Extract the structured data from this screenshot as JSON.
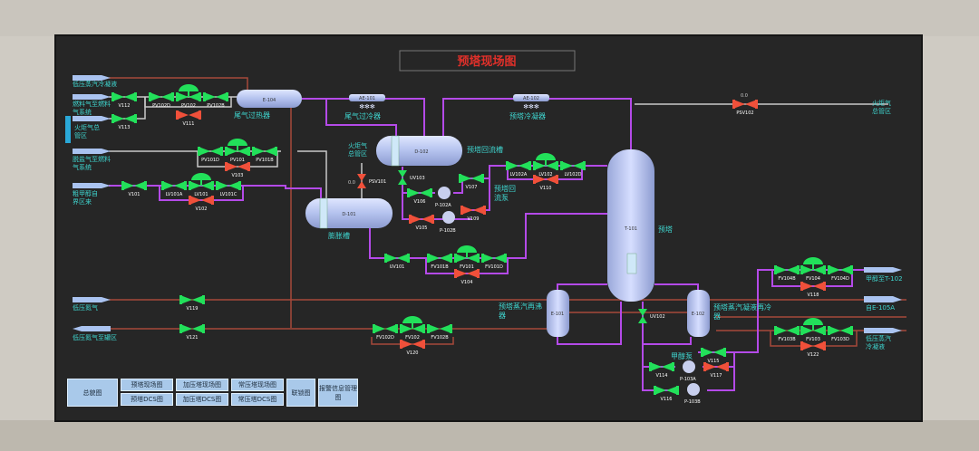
{
  "title": "预塔现场图",
  "sources_left": [
    "低压蒸汽冷凝液",
    "燃料气至燃料气系统",
    "火炬气总管区",
    "脱盐气至燃料气系统",
    "粗甲醇自界区来",
    "低压氮气",
    "低压氮气至罐区"
  ],
  "sources_right": [
    "火炬气总管区",
    "甲醇至T-102",
    "自E-105A",
    "低压蒸汽冷凝液"
  ],
  "equipment": {
    "e104": {
      "tag": "E-104",
      "name": "尾气过热器"
    },
    "ae101": {
      "tag": "AE-101",
      "name": "尾气过冷器"
    },
    "ae102": {
      "tag": "AE-102",
      "name": "预塔冷凝器"
    },
    "d102": {
      "tag": "D-102",
      "name": "预塔回流槽"
    },
    "d101": {
      "tag": "D-101",
      "name": "膨胀槽"
    },
    "t101": {
      "tag": "T-101",
      "name": "预塔"
    },
    "e101": {
      "tag": "E-101",
      "name": "预塔蒸汽再沸器"
    },
    "e102": {
      "tag": "E-102",
      "name": "预塔蒸汽凝液再冷器"
    },
    "p102": {
      "name": "预塔回流泵",
      "a": "P-102A",
      "b": "P-102B"
    },
    "p103": {
      "name": "甲醇泵",
      "a": "P-103A",
      "b": "P-103B"
    },
    "flare_label": "火炬气总管区",
    "psv_value": "0.0"
  },
  "valves": [
    "V112",
    "PV102D",
    "PV102",
    "PV102B",
    "V111",
    "V113",
    "PV101D",
    "PV101",
    "PV101B",
    "V103",
    "V101",
    "LV101A",
    "LV101",
    "LV101C",
    "V102",
    "UV103",
    "PSV101",
    "V106",
    "V107",
    "V109",
    "V105",
    "LV102A",
    "LV102",
    "LV102D",
    "V110",
    "UV101",
    "FV101B",
    "FV101",
    "FV101D",
    "V104",
    "V119",
    "V121",
    "FV102D",
    "FV102",
    "FV102B",
    "V120",
    "UV102",
    "FV104B",
    "FV104",
    "FV104D",
    "V118",
    "FV103B",
    "FV103",
    "FV103D",
    "V122",
    "V115",
    "V114",
    "V116",
    "V117",
    "PSV102"
  ],
  "nav": {
    "overview": "总貌图",
    "pre_field": "预塔现场图",
    "pre_dcs": "预塔DCS图",
    "press_field": "加压塔现场图",
    "press_dcs": "加压塔DCS图",
    "atm_field": "常压塔现场图",
    "atm_dcs": "常压塔DCS图",
    "interlock": "联锁图",
    "alarm": "报警信息管理图"
  },
  "colors": {
    "purple": "#b44ae8",
    "gray": "#c8c8c8",
    "brown": "#a5483a",
    "green": "#22e05a",
    "red": "#f0503a",
    "vessel": "#b9c6ef",
    "label": "#3fd6d0"
  }
}
